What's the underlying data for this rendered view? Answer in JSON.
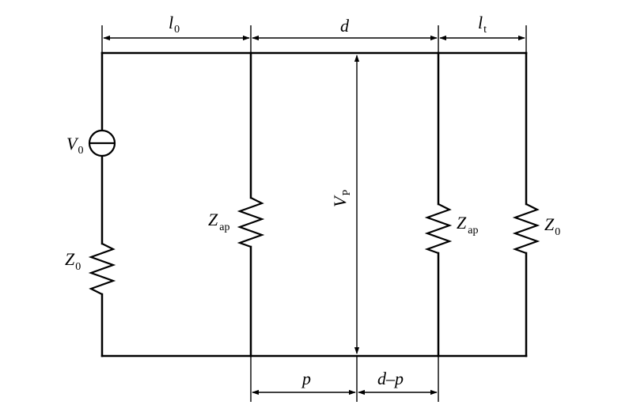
{
  "diagram": {
    "dimensions": {
      "l0": {
        "main": "l",
        "sub": "0"
      },
      "d": {
        "main": "d"
      },
      "lt": {
        "main": "l",
        "sub": "t"
      },
      "p": {
        "main": "p"
      },
      "dp": {
        "main": "d–p"
      }
    },
    "source": {
      "main": "V",
      "sub": "0"
    },
    "source_resistor": {
      "main": "Z",
      "sub": "0"
    },
    "aperture_left": {
      "main": "Z",
      "sub": "ap"
    },
    "aperture_right": {
      "main": "Z",
      "sub": "ap"
    },
    "load": {
      "main": "Z",
      "sub": "0"
    },
    "probe_voltage": {
      "main": "V",
      "sub": "P"
    }
  }
}
